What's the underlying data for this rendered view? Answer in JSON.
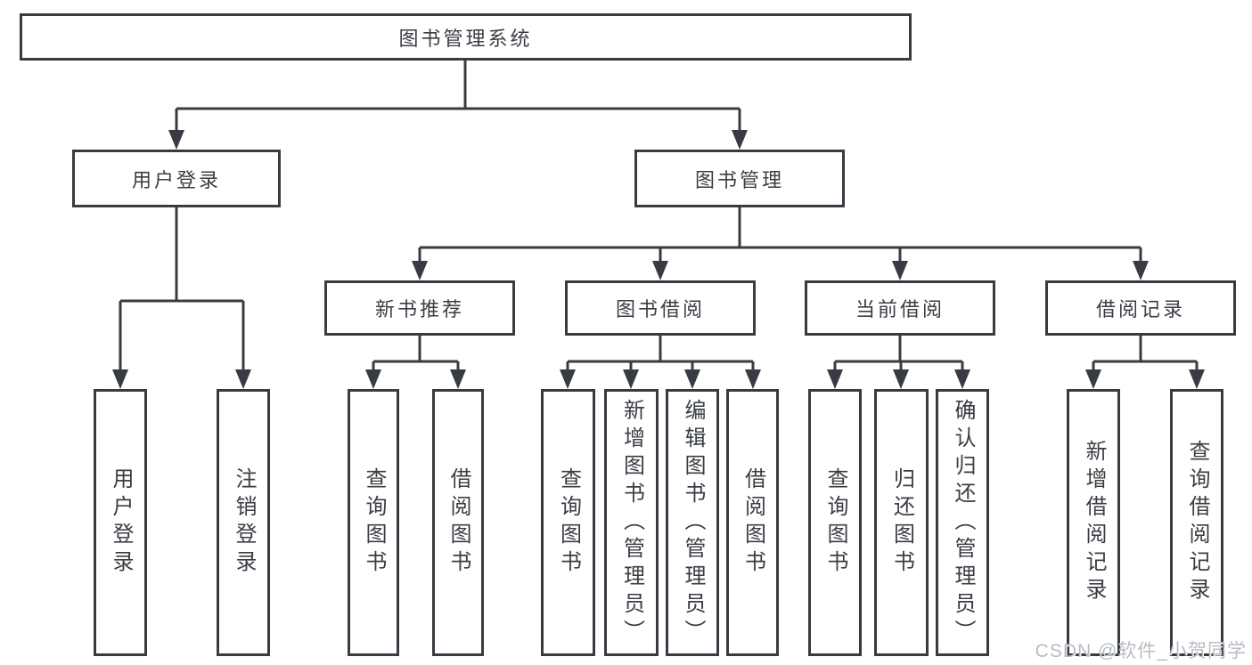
{
  "tree": {
    "label": "图书管理系统",
    "children": [
      {
        "label": "用户登录",
        "children": [
          {
            "label": "用户登录"
          },
          {
            "label": "注销登录"
          }
        ]
      },
      {
        "label": "图书管理",
        "children": [
          {
            "label": "新书推荐",
            "children": [
              {
                "label": "查询图书"
              },
              {
                "label": "借阅图书"
              }
            ]
          },
          {
            "label": "图书借阅",
            "children": [
              {
                "label": "查询图书"
              },
              {
                "label": "新增图书（管理员）"
              },
              {
                "label": "编辑图书（管理员）"
              },
              {
                "label": "借阅图书"
              }
            ]
          },
          {
            "label": "当前借阅",
            "children": [
              {
                "label": "查询图书"
              },
              {
                "label": "归还图书"
              },
              {
                "label": "确认归还（管理员）"
              }
            ]
          },
          {
            "label": "借阅记录",
            "children": [
              {
                "label": "新增借阅记录"
              },
              {
                "label": "查询借阅记录"
              }
            ]
          }
        ]
      }
    ]
  },
  "watermark": {
    "text": "CSDN @软件_小贺同学"
  },
  "colors": {
    "line": "#383c42",
    "text": "#3a3e44",
    "watermark": "#b7bcc2",
    "background": "#ffffff"
  }
}
